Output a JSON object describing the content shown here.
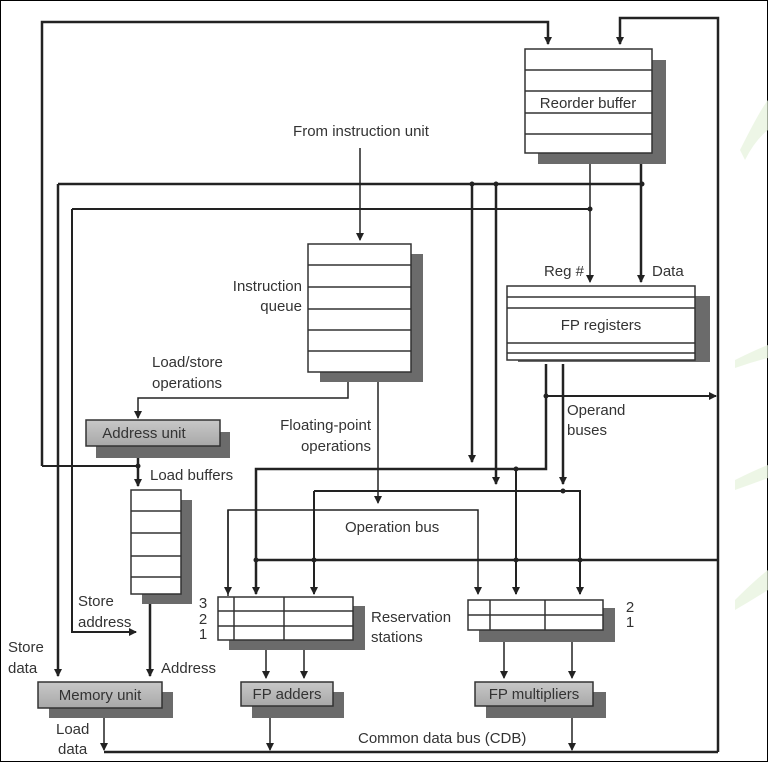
{
  "diagram": {
    "title": "Tomasulo algorithm with reorder buffer (FP unit)",
    "colors": {
      "line": "#222222",
      "shadow": "#6b6b6b",
      "unit_fill": "#b8b8b8",
      "text": "#333333",
      "bg_accent": "#e6f2dc"
    },
    "labels": {
      "from_instruction_unit": "From instruction unit",
      "reorder_buffer": "Reorder buffer",
      "reg_num": "Reg #",
      "data": "Data",
      "fp_registers": "FP registers",
      "instruction_queue_1": "Instruction",
      "instruction_queue_2": "queue",
      "load_store_ops_1": "Load/store",
      "load_store_ops_2": "operations",
      "address_unit": "Address unit",
      "fp_ops_1": "Floating-point",
      "fp_ops_2": "operations",
      "operand_buses_1": "Operand",
      "operand_buses_2": "buses",
      "load_buffers": "Load buffers",
      "operation_bus": "Operation bus",
      "store_address_1": "Store",
      "store_address_2": "address",
      "store_data_1": "Store",
      "store_data_2": "data",
      "address": "Address",
      "memory_unit": "Memory unit",
      "load_data_1": "Load",
      "load_data_2": "data",
      "fp_adders": "FP adders",
      "fp_multipliers": "FP multipliers",
      "reservation_stations_1": "Reservation",
      "reservation_stations_2": "stations",
      "cdb": "Common data bus (CDB)"
    },
    "adder_rs_numbers": [
      "3",
      "2",
      "1"
    ],
    "multiplier_rs_numbers": [
      "2",
      "1"
    ]
  }
}
